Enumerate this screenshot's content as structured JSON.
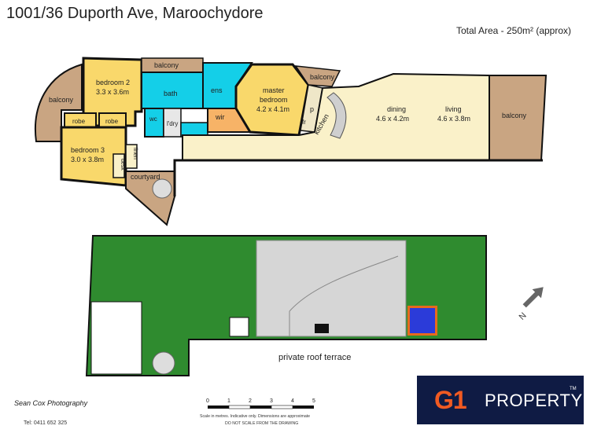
{
  "header": {
    "address": "1001/36 Duporth Ave, Maroochydore",
    "total_area": "Total Area - 250m² (approx)"
  },
  "rooms": {
    "balcony_left": "balcony",
    "balcony_top": "balcony",
    "balcony_mid": "balcony",
    "balcony_right": "balcony",
    "bedroom2_name": "bedroom 2",
    "bedroom2_size": "3.3 x 3.6m",
    "bath": "bath",
    "ens": "ens",
    "wc": "wc",
    "ldry": "l'dry",
    "wir": "wir",
    "master_name": "master",
    "master_name2": "bedroom",
    "master_size": "4.2 x 4.1m",
    "robe1": "robe",
    "robe2": "robe",
    "bedroom3_name": "bedroom 3",
    "bedroom3_size": "3.0 x 3.8m",
    "linen": "linen",
    "desk": "desk",
    "courtyard": "courtyard",
    "p": "p",
    "fr": "fr",
    "kitchen": "kitchen",
    "dining_name": "dining",
    "dining_size": "4.6 x 4.2m",
    "living_name": "living",
    "living_size": "4.6 x 3.8m",
    "roof_terrace": "private roof terrace"
  },
  "compass": {
    "label": "N"
  },
  "scale": {
    "ticks": [
      "0",
      "1",
      "2",
      "3",
      "4",
      "5"
    ],
    "note1": "Scale in metres. Indicative only. Dimensions are approximate",
    "note2": "DO NOT SCALE FROM THE DRAWING"
  },
  "branding": {
    "logo_mark": "G1",
    "logo_word": "PROPERTY",
    "logo_tm": "TM",
    "photographer": "Sean Cox Photography",
    "photographer_tel": "Tel: 0411 652 325"
  },
  "colors": {
    "bedroom": "#f9d86b",
    "wet_area": "#14cfe8",
    "wir": "#f7b367",
    "living": "#faf1c9",
    "balcony": "#c9a582",
    "lawn": "#2f8b2f",
    "paving": "#d6d6d6",
    "pool": "#2b3bd9",
    "wall": "#111111",
    "logo_bg": "#0f1b44",
    "logo_accent": "#f05a22"
  }
}
